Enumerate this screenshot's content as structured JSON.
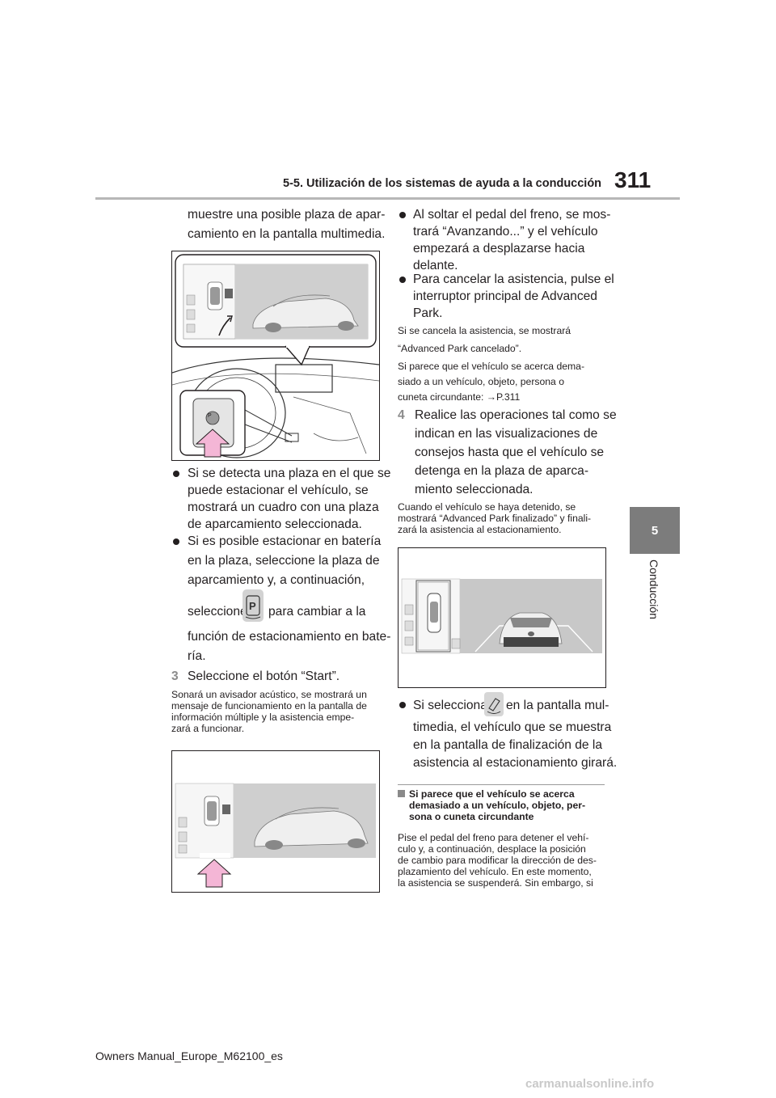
{
  "header": {
    "section_title": "5-5. Utilización de los sistemas de ayuda a la conducción",
    "page_number": "311"
  },
  "side_tab": {
    "number": "5",
    "label": "Conducción"
  },
  "footer": {
    "manual": "Owners Manual_Europe_M62100_es"
  },
  "watermark": "carmanualsonline.info",
  "left_column": {
    "intro_line1": "muestre una posible plaza de apar-",
    "intro_line2": "camiento en la pantalla multimedia.",
    "bullet1_lines": [
      "Si se detecta una plaza en el que se",
      "puede estacionar el vehículo, se",
      "mostrará un cuadro con una plaza",
      "de aparcamiento seleccionada."
    ],
    "bullet2_lines": [
      "Si es posible estacionar en batería",
      "en la plaza, seleccione la plaza de",
      "aparcamiento y, a continuación,"
    ],
    "bullet2_select_before": "seleccione",
    "bullet2_select_after": "para cambiar a la",
    "bullet2_tail1": "función de estacionamiento en bate-",
    "bullet2_tail2": "ría.",
    "step3_num": "3",
    "step3_text": "Seleccione el botón “Start”.",
    "step3_note_lines": [
      "Sonará un avisador acústico, se mostrará un",
      "mensaje de funcionamiento en la pantalla de",
      "información múltiple y la asistencia empe-",
      "zará a funcionar."
    ]
  },
  "right_column": {
    "bullet1_lines": [
      "Al soltar el pedal del freno, se mos-",
      "trará “Avanzando...” y el vehículo",
      "empezará a desplazarse hacia",
      "delante."
    ],
    "bullet2_lines": [
      "Para cancelar la asistencia, pulse el",
      "interruptor principal de Advanced",
      "Park."
    ],
    "note1_line1": "Si se cancela la asistencia, se mostrará",
    "note1_line2": "“Advanced Park cancelado”.",
    "note2_line1": "Si parece que el vehículo se acerca dema-",
    "note2_line2": "siado a un vehículo, objeto, persona o",
    "note2_line3_prefix": "cuneta circundante: ",
    "note2_ref": "→P.311",
    "step4_num": "4",
    "step4_lines": [
      "Realice las operaciones tal como se",
      "indican en las visualizaciones de",
      "consejos hasta que el vehículo se",
      "detenga en la plaza de aparca-",
      "miento seleccionada."
    ],
    "step4_note_lines": [
      "Cuando el vehículo se haya detenido, se",
      "mostrará “Advanced Park finalizado” y finali-",
      "zará la asistencia al estacionamiento."
    ],
    "bullet3_before": "Si selecciona",
    "bullet3_after": "en la pantalla mul-",
    "bullet3_lines": [
      "timedia, el vehículo que se muestra",
      "en la pantalla de finalización de la",
      "asistencia al estacionamiento girará."
    ],
    "subhead_lines": [
      "Si parece que el vehículo se acerca",
      "demasiado a un vehículo, objeto, per-",
      "sona o cuneta circundante"
    ],
    "final_lines": [
      "Pise el pedal del freno para detener el vehí-",
      "culo y, a continuación, desplace la posición",
      "de cambio para modificar la dirección de des-",
      "plazamiento del vehículo. En este momento,",
      "la asistencia se suspenderá. Sin embargo, si"
    ]
  },
  "colors": {
    "arrow_pink": "#f4b6d6",
    "tab_gray": "#7c7c7c",
    "step_gray": "#8c8c8c"
  },
  "icons": [
    "parking-button-icon",
    "rotate-car-icon",
    "steering-icon"
  ]
}
